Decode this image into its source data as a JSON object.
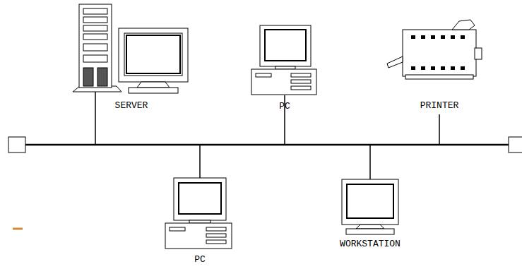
{
  "diagram": {
    "labels": [
      "SERVER",
      "PC",
      "PRINTER",
      "PC",
      "WORKSTATION"
    ]
  }
}
